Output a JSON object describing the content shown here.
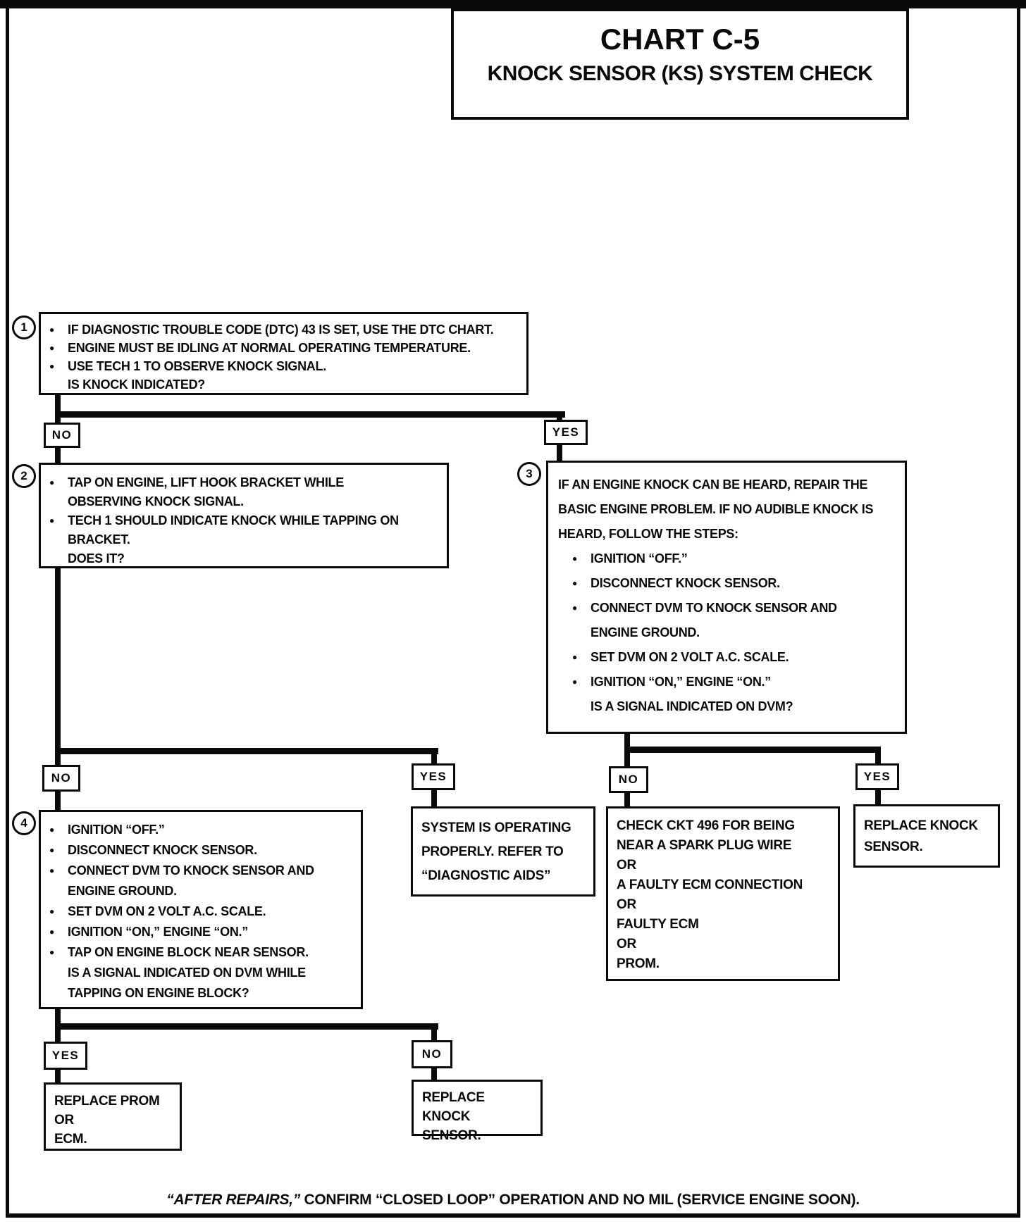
{
  "colors": {
    "ink": "#0a0a0a",
    "paper": "#ffffff"
  },
  "title": {
    "line1": "CHART C-5",
    "line2": "KNOCK SENSOR (KS) SYSTEM CHECK"
  },
  "labels": {
    "no": "NO",
    "yes": "YES"
  },
  "nodes": {
    "step1": {
      "number": "1",
      "bullets": [
        "IF DIAGNOSTIC TROUBLE CODE (DTC) 43 IS SET, USE THE DTC CHART.",
        "ENGINE MUST BE IDLING AT NORMAL OPERATING TEMPERATURE.",
        "USE TECH 1 TO OBSERVE KNOCK SIGNAL."
      ],
      "question": "IS KNOCK INDICATED?"
    },
    "step2": {
      "number": "2",
      "bullets": [
        "TAP ON ENGINE, LIFT HOOK BRACKET WHILE\nOBSERVING KNOCK SIGNAL.",
        "TECH 1 SHOULD INDICATE KNOCK WHILE TAPPING ON\nBRACKET."
      ],
      "question": "DOES IT?"
    },
    "step3": {
      "number": "3",
      "intro": "IF AN ENGINE KNOCK CAN BE HEARD, REPAIR THE\nBASIC ENGINE PROBLEM.  IF NO AUDIBLE KNOCK IS\nHEARD, FOLLOW THE STEPS:",
      "bullets": [
        "IGNITION “OFF.”",
        "DISCONNECT KNOCK SENSOR.",
        "CONNECT DVM TO KNOCK SENSOR AND\nENGINE GROUND.",
        "SET DVM ON 2 VOLT A.C. SCALE.",
        "IGNITION “ON,” ENGINE “ON.”"
      ],
      "question": "IS A SIGNAL INDICATED ON DVM?"
    },
    "step4": {
      "number": "4",
      "bullets": [
        "IGNITION “OFF.”",
        "DISCONNECT KNOCK SENSOR.",
        "CONNECT DVM TO KNOCK SENSOR AND\nENGINE GROUND.",
        "SET DVM ON 2 VOLT A.C. SCALE.",
        "IGNITION “ON,” ENGINE “ON.”",
        "TAP ON ENGINE BLOCK NEAR SENSOR."
      ],
      "question": "IS A SIGNAL INDICATED ON DVM WHILE\nTAPPING ON ENGINE BLOCK?"
    },
    "system_ok": {
      "text": "SYSTEM IS OPERATING\nPROPERLY.  REFER TO\n“DIAGNOSTIC AIDS”"
    },
    "check_ckt": {
      "text": "CHECK CKT 496 FOR BEING\nNEAR A SPARK PLUG WIRE\nOR\nA FAULTY ECM CONNECTION\nOR\nFAULTY ECM\nOR\nPROM."
    },
    "replace_knock_right": {
      "text": "REPLACE KNOCK\nSENSOR."
    },
    "replace_prom": {
      "text": "REPLACE PROM\nOR\nECM."
    },
    "replace_knock_bottom": {
      "text": "REPLACE KNOCK\nSENSOR."
    }
  },
  "footer": {
    "italic": "“AFTER REPAIRS,”",
    "rest": " CONFIRM “CLOSED LOOP” OPERATION AND NO MIL (SERVICE ENGINE SOON)."
  }
}
